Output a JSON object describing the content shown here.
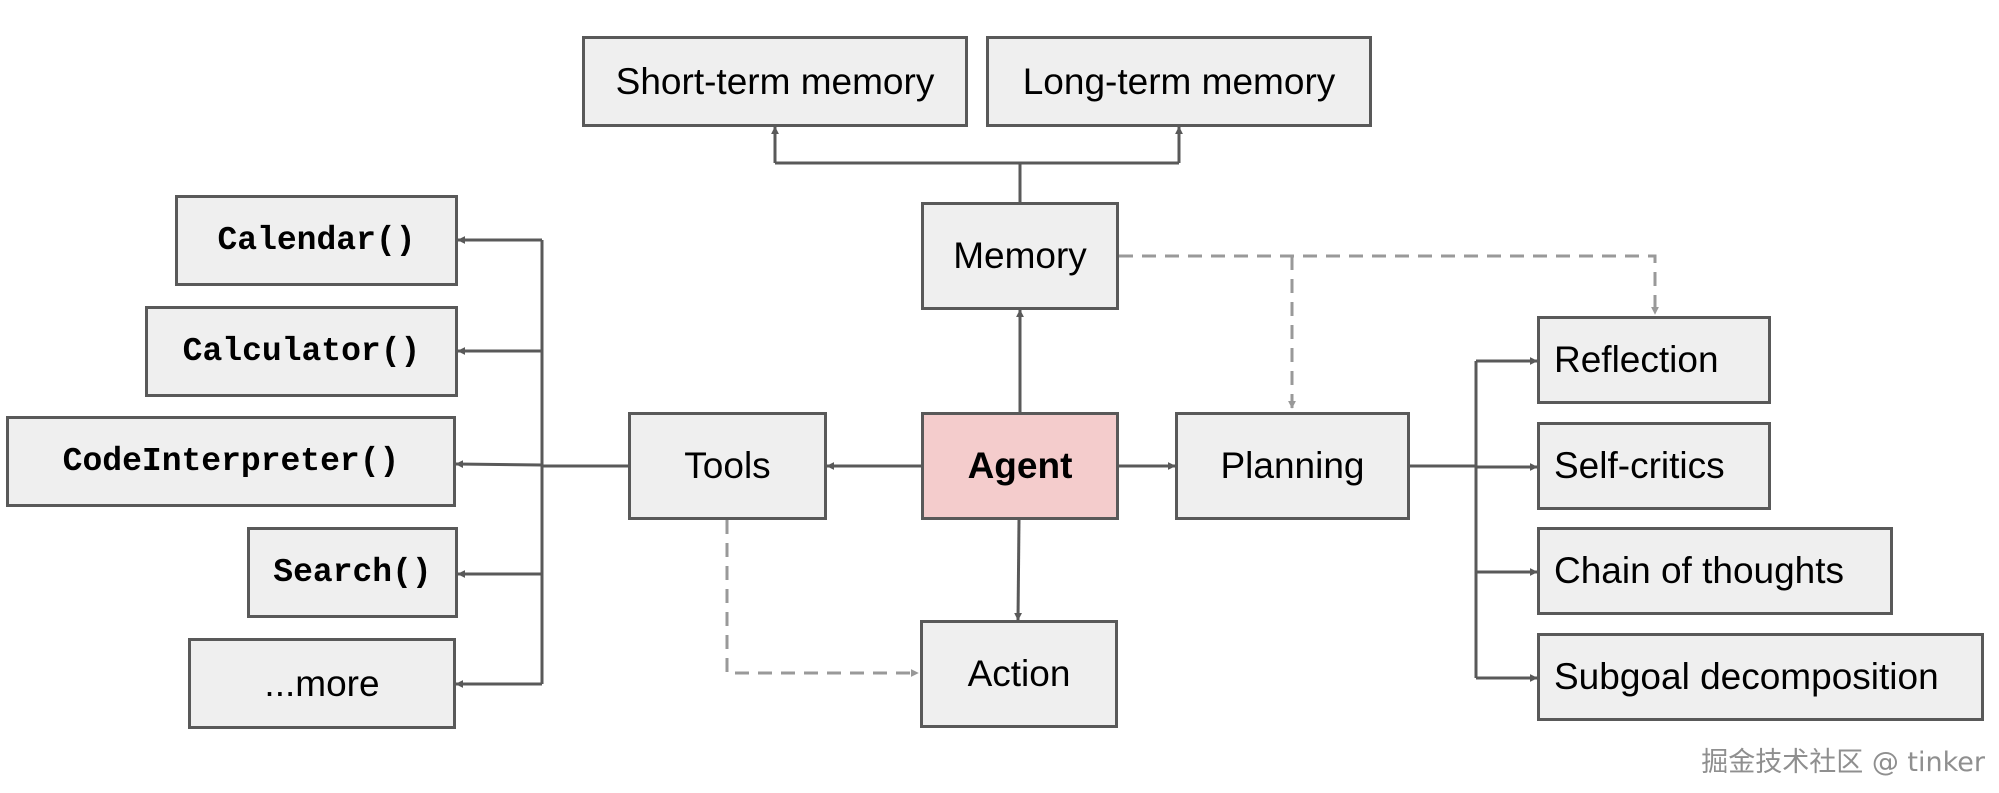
{
  "nodes": {
    "short_term_memory": "Short-term memory",
    "long_term_memory": "Long-term memory",
    "memory": "Memory",
    "agent": "Agent",
    "tools": "Tools",
    "planning": "Planning",
    "action": "Action",
    "calendar": "Calendar()",
    "calculator": "Calculator()",
    "code_interpreter": "CodeInterpreter()",
    "search": "Search()",
    "more": "...more",
    "reflection": "Reflection",
    "self_critics": "Self-critics",
    "chain_of_thoughts": "Chain of thoughts",
    "subgoal_decomposition": "Subgoal decomposition"
  },
  "colors": {
    "node_fill": "#efefef",
    "agent_fill": "#f4cccc",
    "edge": "#595959",
    "dashed_edge": "#999999"
  },
  "watermark": "掘金技术社区 @ tinker"
}
